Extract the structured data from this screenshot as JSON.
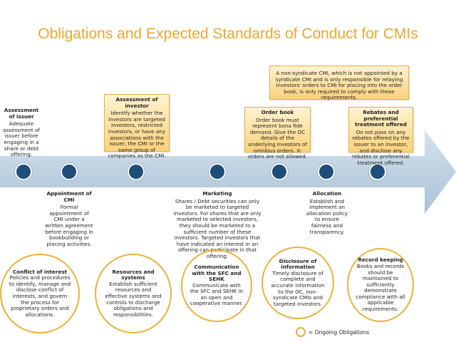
{
  "title": "Obligations and Expected Standards of Conduct for CMIs",
  "note": "A non-syndicate CMI, which is not appointed by a syndicate CMI and is only responsible for relaying investors' orders to CMI for placing into the order book, is only required to comply with these requirements.",
  "above": [
    {
      "heading": "Assessment of issuer",
      "body": "Adequate assessment of issuer before engaging in a share or debt offering."
    },
    {
      "heading": "Assessment of investor",
      "body": "Identify whether the investors are targeted investors, restricted investors, or have any associations with the issuer, the CMI or the same group of companies as the CMI."
    },
    {
      "heading": "Order book",
      "body": "Order book must represent bona fide demand. Give the OC details of the underlying investors of omnibus orders. X-orders are not allowed."
    },
    {
      "heading": "Rebates and preferential treatment offered",
      "body": "Do not pass on any rebates offered by the issuer to an investor, and disclose any rebates or preferential treatment offered."
    }
  ],
  "below": [
    {
      "heading": "Appointment of CMI",
      "body": "Formal appointment of CMI under a written agreement before engaging in bookbuilding or placing activities."
    },
    {
      "heading": "Marketing",
      "body": "Shares / Debt securities can only be marketed to targeted investors. For shares that are only marketed to selected investors, they should be marketed to a sufficient number of these investors. Targeted investors that have indicated an interest in an offering can participate in that offering."
    },
    {
      "heading": "Allocation",
      "body": "Establish and implement an allocation policy to ensure fairness and transparency."
    }
  ],
  "ongoing": [
    {
      "heading": "Conflict of interest",
      "body": "Policies and procedures to identify, manage and disclose conflict of interests, and govern the process for proprietary orders and allocations."
    },
    {
      "heading": "Resources and systems",
      "body": "Establish sufficient resources and effective systems and controls to discharge obligations and responsibilities."
    },
    {
      "heading": "Communication with the SFC and SEHK",
      "body": "Communicate with the SFC and SEHK in an open and cooperative manner."
    },
    {
      "heading": "Disclosure of information",
      "body": "Timely disclosure of complete and accurate information to the OC, non-syndicate CMIs and targeted investors."
    },
    {
      "heading": "Record keeping",
      "body": "Books and records should be maintained to sufficiently demonstrate compliance with all applicable requirements."
    }
  ],
  "legend": "= Ongoing Obligations",
  "colors": {
    "title": "#e9a82b",
    "dot": "#1f4e79",
    "arrow": "#b8cde0",
    "ring": "#e9b23a"
  }
}
